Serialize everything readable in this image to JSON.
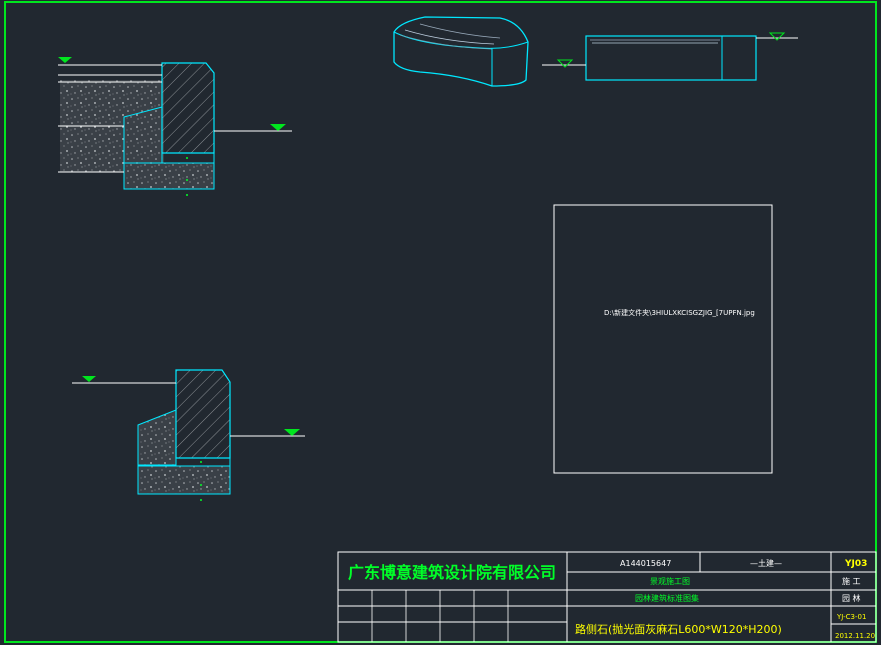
{
  "drawing": {
    "image_placeholder": "D:\\新建文件夹\\3HIULXKCISGZJIG_[7UPFN.jpg"
  },
  "title_block": {
    "company": "广东博意建筑设计院有限公司",
    "project_code": "A144015647",
    "discipline_field": "—土建—",
    "sheet_code": "YJ03",
    "subtitle1": "景观施工图",
    "subtitle2": "园林建筑标准图集",
    "item_title": "路侧石(抛光面灰麻石L600*W120*H200)",
    "stage_label": "施 工",
    "category_label": "园 林",
    "drawing_number": "YJ-C3-01",
    "date": "2012.11.20"
  },
  "colors": {
    "background": "#212830",
    "frame": "#00e61e",
    "cyan": "#00e8ff",
    "white": "#ffffff",
    "yellow": "#ffff00",
    "green_text": "#00ff28",
    "gravel": "#5c6268"
  }
}
